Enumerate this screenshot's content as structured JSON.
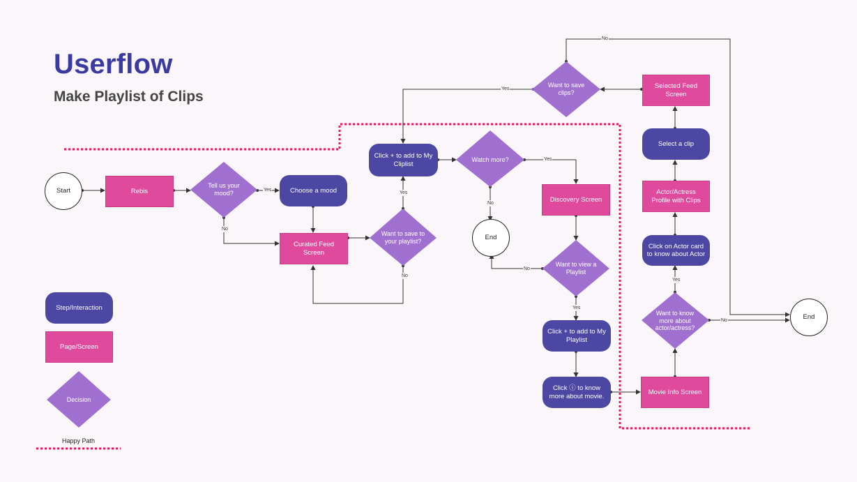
{
  "header": {
    "title": "Userflow",
    "subtitle": "Make Playlist of Clips"
  },
  "colors": {
    "step": "#4b47a3",
    "page": "#e04a9c",
    "decision": "#a070d0",
    "happy_path": "#e8185e",
    "title": "#3b3aa0"
  },
  "nodes": {
    "start": "Start",
    "rebis": "Rebis",
    "tell_mood": "Tell us your mood?",
    "choose_mood": "Choose a mood",
    "curated_feed": "Curated Feed Screen",
    "want_save_playlist": "Want to save to your playlist?",
    "click_add_cliplist": "Click +  to add to My Cliplist",
    "watch_more": "Watch more?",
    "end_mid": "End",
    "discovery": "Discovery Screen",
    "want_view_playlist": "Want to view a Playlist",
    "click_add_playlist": "Click +  to add to My Playlist",
    "click_know_movie": "Click ⓘ  to know more about movie.",
    "want_save_clips": "Want to save clips?",
    "selected_feed": "Selected Feed Screen",
    "select_clip": "Select a clip",
    "actor_profile": "Actor/Actress Profile with Clips",
    "click_actor": "Click on Actor card to know about Actor",
    "want_know_actor": "Want to know more about actor/actress?",
    "movie_info": "Movie Info Screen",
    "end_right": "End"
  },
  "edge_labels": {
    "yes": "Yes",
    "no": "No"
  },
  "legend": {
    "step": "Step/Interaction",
    "page": "Page/Screen",
    "decision": "Decision",
    "happy_path": "Happy Path"
  }
}
